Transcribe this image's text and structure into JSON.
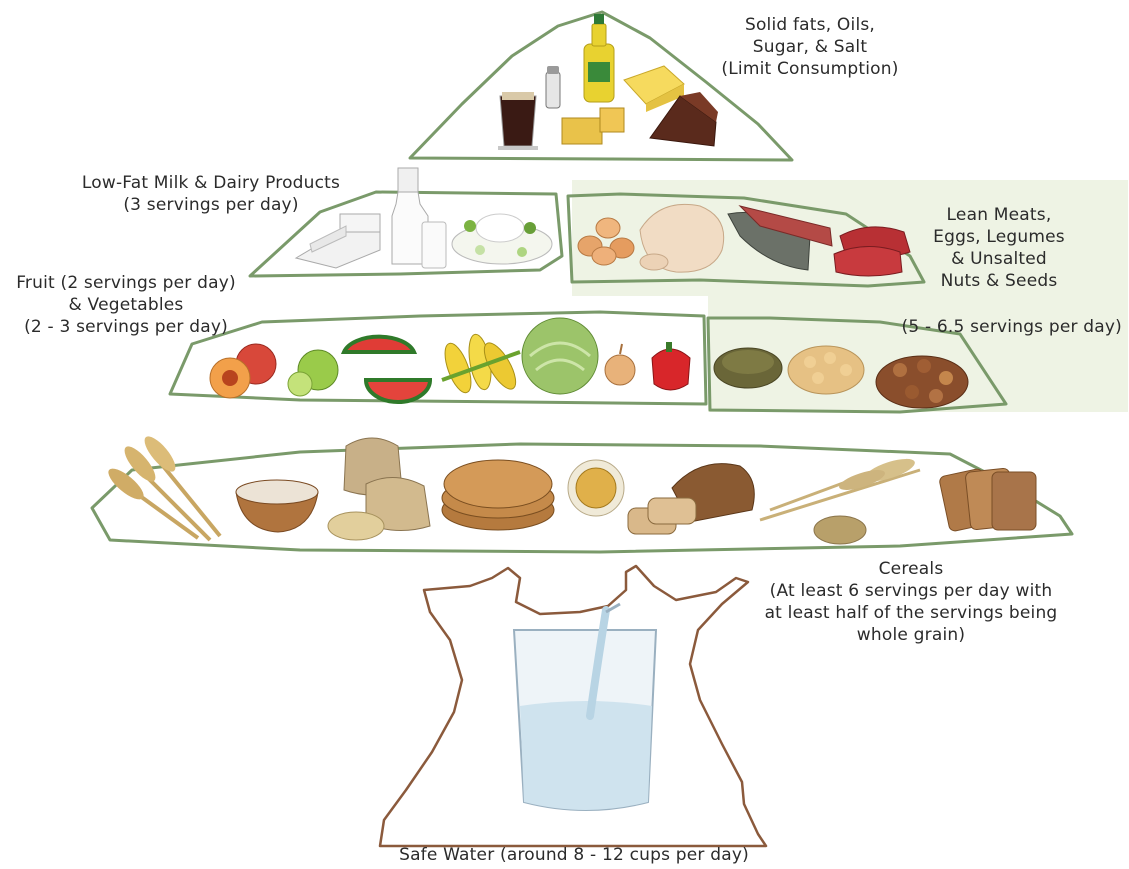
{
  "pyramid": {
    "top": {
      "label_lines": [
        "Solid fats, Oils,",
        "Sugar, & Salt",
        "(Limit Consumption)"
      ],
      "icons": [
        "cola-glass-icon",
        "salt-shaker-icon",
        "oil-bottle-icon",
        "butter-icon",
        "sugar-cubes-icon",
        "chocolate-cake-icon"
      ]
    },
    "dairy": {
      "label_lines": [
        "Low-Fat Milk & Dairy Products",
        "(3 servings per day)"
      ],
      "icons": [
        "cheese-blocks-icon",
        "milk-bottle-icon",
        "milk-glass-icon",
        "yogurt-dish-icon"
      ]
    },
    "protein": {
      "label_lines": [
        "Lean Meats,",
        "Eggs, Legumes",
        "& Unsalted",
        "Nuts & Seeds",
        "(5  -  6.5 servings per day)"
      ],
      "icons": [
        "eggs-icon",
        "chicken-icon",
        "fish-icon",
        "red-meat-icon",
        "lentils-icon",
        "chickpeas-icon",
        "nuts-icon"
      ]
    },
    "fruit_veg": {
      "label_lines": [
        "Fruit (2 servings per day)",
        "& Vegetables",
        "(2 - 3 servings per day)"
      ],
      "icons": [
        "peach-icon",
        "green-apple-icon",
        "watermelon-icon",
        "corn-icon",
        "cabbage-icon",
        "onion-icon",
        "red-pepper-icon"
      ]
    },
    "cereals": {
      "label_lines": [
        "Cereals",
        "(At least 6 servings per day with",
        "at least half of the servings being",
        "whole grain)"
      ],
      "icons": [
        "wheat-icon",
        "flour-bowl-icon",
        "grain-sacks-icon",
        "flatbread-icon",
        "pasta-jar-icon",
        "bread-loaf-icon",
        "barley-icon",
        "toast-icon"
      ]
    },
    "water": {
      "label": "Safe Water (around 8 - 12 cups per day)",
      "icons": [
        "water-glass-icon"
      ]
    }
  },
  "colors": {
    "outline_green": "#7a9a6a",
    "protein_panel": "#eef3e4",
    "trunk_brown": "#8b5a3c",
    "text": "#2b2b2b"
  }
}
